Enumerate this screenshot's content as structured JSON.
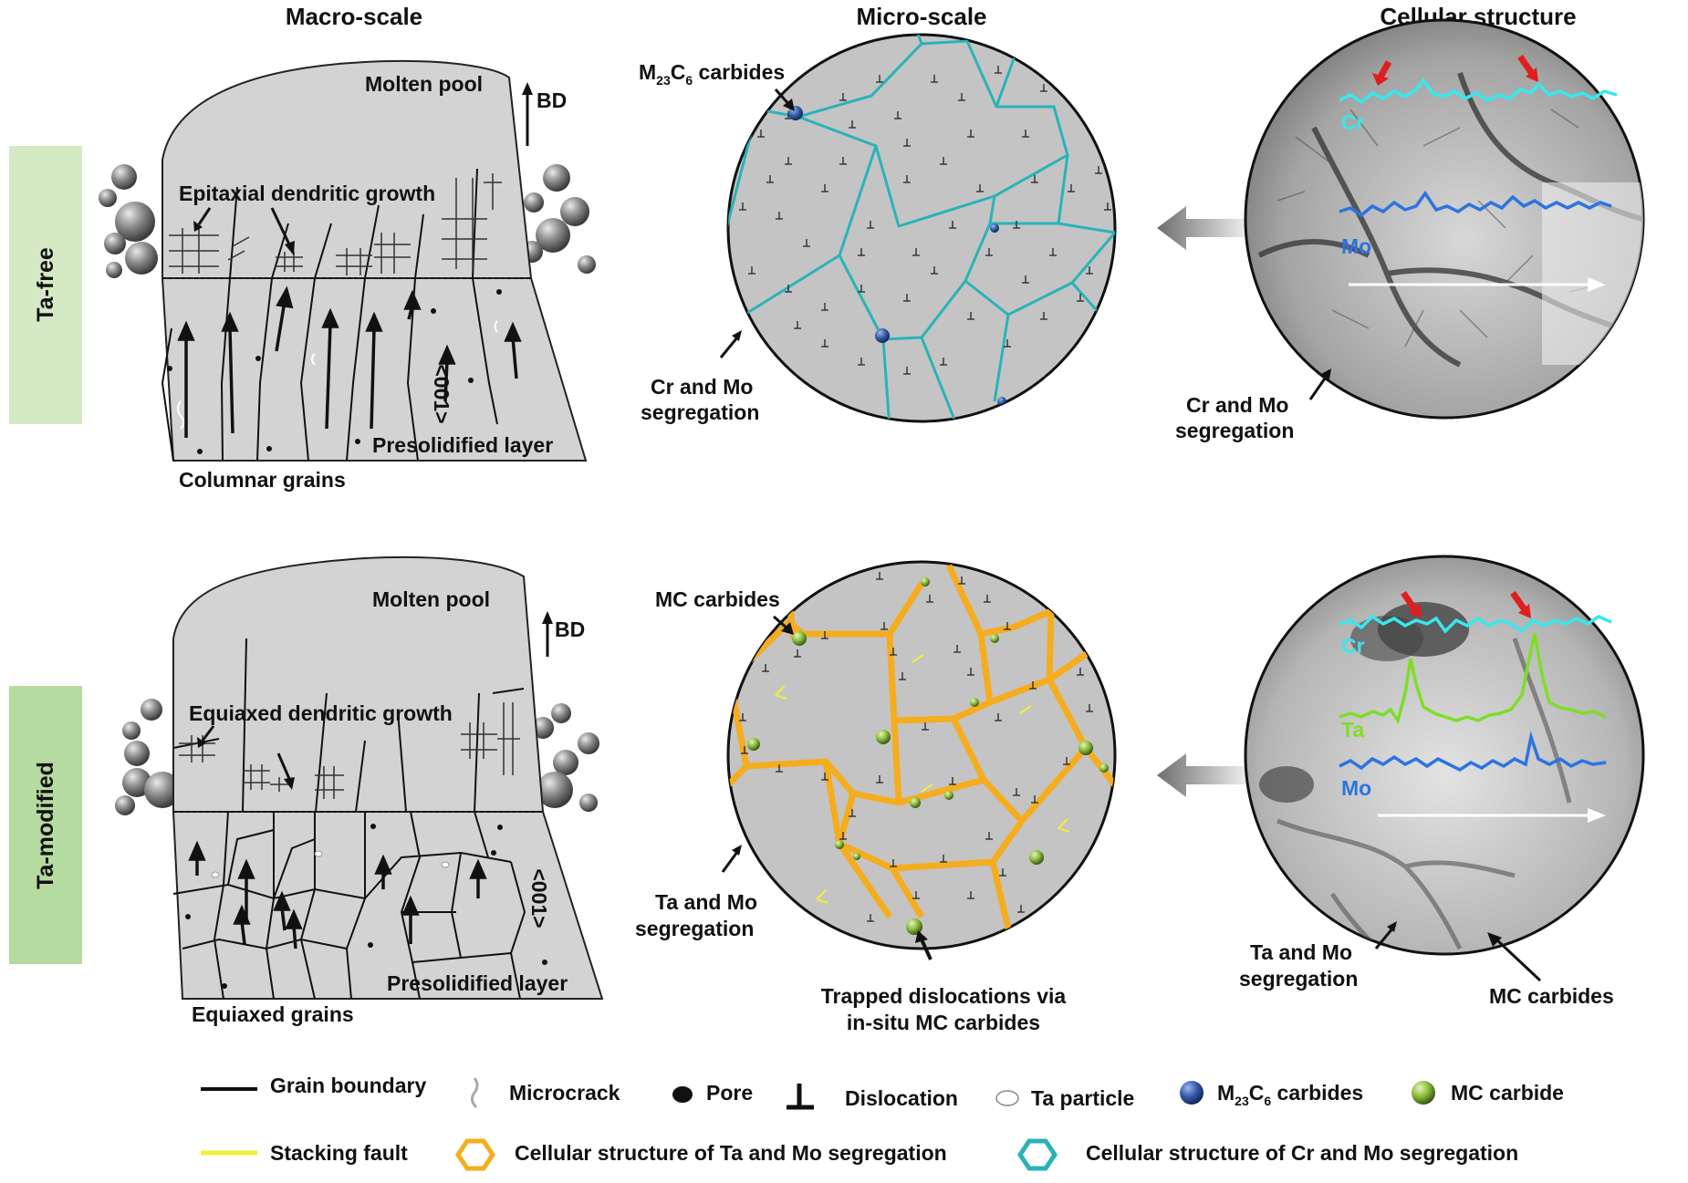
{
  "headers": {
    "macro": "Macro-scale",
    "micro": "Micro-scale",
    "cellular": "Cellular structure"
  },
  "rows": {
    "top_label": "Ta-free",
    "bottom_label": "Ta-modified"
  },
  "top": {
    "molten_pool": "Molten pool",
    "bd": "BD",
    "growth": "Epitaxial dendritic growth",
    "orientation": "<001>",
    "presolidified": "Presolidified layer",
    "grains": "Columnar grains",
    "micro_carbide_prefix": "M",
    "micro_carbide_sub1": "23",
    "micro_carbide_mid": "C",
    "micro_carbide_sub2": "6",
    "micro_carbide_suffix": " carbides",
    "micro_seg_line1": "Cr and Mo",
    "micro_seg_line2": "segregation",
    "cell_line_cr": "Cr",
    "cell_line_mo": "Mo",
    "cell_seg_line1": "Cr and Mo",
    "cell_seg_line2": "segregation"
  },
  "bottom": {
    "molten_pool": "Molten pool",
    "bd": "BD",
    "growth": "Equiaxed dendritic growth",
    "orientation": "<001>",
    "presolidified": "Presolidified layer",
    "grains": "Equiaxed grains",
    "micro_carbide": "MC carbides",
    "micro_seg_line1": "Ta and Mo",
    "micro_seg_line2": "segregation",
    "trapped_line1": "Trapped dislocations via",
    "trapped_line2": "in-situ MC carbides",
    "cell_line_cr": "Cr",
    "cell_line_ta": "Ta",
    "cell_line_mo": "Mo",
    "cell_seg_line1": "Ta and Mo",
    "cell_seg_line2": "segregation",
    "cell_mc": "MC carbides"
  },
  "legend": {
    "grain_boundary": "Grain boundary",
    "microcrack": "Microcrack",
    "pore": "Pore",
    "dislocation": "Dislocation",
    "ta_particle": "Ta particle",
    "m23_prefix": "M",
    "m23_sub1": "23",
    "m23_mid": "C",
    "m23_sub2": "6",
    "m23_suffix": " carbides",
    "mc_carbide": "MC carbide",
    "stacking_fault": "Stacking fault",
    "cell_ta_mo": "Cellular structure of Ta and Mo segregation",
    "cell_cr_mo": "Cellular structure of Cr and Mo segregation"
  },
  "colors": {
    "row_top": "#d4e9c4",
    "row_bottom": "#b5dba0",
    "cyan_network": "#29b3b8",
    "orange_network": "#f5ad1d",
    "cr_line": "#37e8ee",
    "mo_line": "#2c74e0",
    "ta_line": "#7ede27",
    "red_arrow": "#e01e1e",
    "stacking_fault": "#f2ee3a"
  }
}
